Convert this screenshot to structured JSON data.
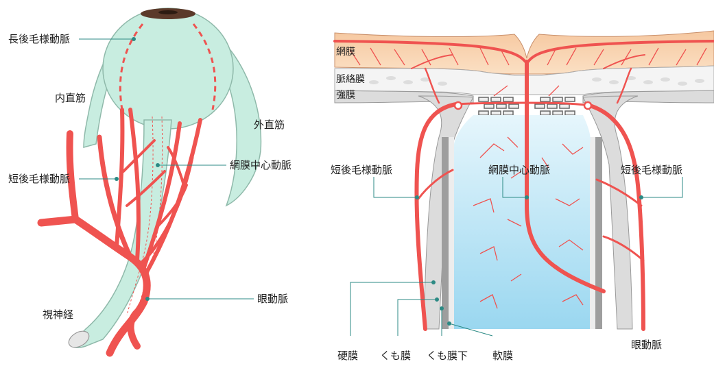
{
  "left_diagram": {
    "labels": {
      "long_posterior_ciliary_artery": "長後毛様動脈",
      "medial_rectus": "内直筋",
      "lateral_rectus": "外直筋",
      "central_retinal_artery": "網膜中心動脈",
      "short_posterior_ciliary_artery": "短後毛様動脈",
      "ophthalmic_artery": "眼動脈",
      "optic_nerve": "視神経"
    }
  },
  "right_diagram": {
    "labels": {
      "retina": "網膜",
      "choroid": "脈絡膜",
      "sclera": "強膜",
      "short_posterior_ciliary_artery_left": "短後毛様動脈",
      "central_retinal_artery": "網膜中心動脈",
      "short_posterior_ciliary_artery_right": "短後毛様動脈",
      "dura_mater": "硬膜",
      "arachnoid": "くも膜",
      "subarachnoid": "くも膜下",
      "pia_mater": "軟膜",
      "ophthalmic_artery": "眼動脈"
    }
  },
  "colors": {
    "artery": "#ef5350",
    "nerve_fill": "#c8ede0",
    "nerve_stroke": "#8fb9aa",
    "leader": "#2b8a84",
    "retina": "#f8d3a8",
    "csf": "#bfe6f7"
  }
}
